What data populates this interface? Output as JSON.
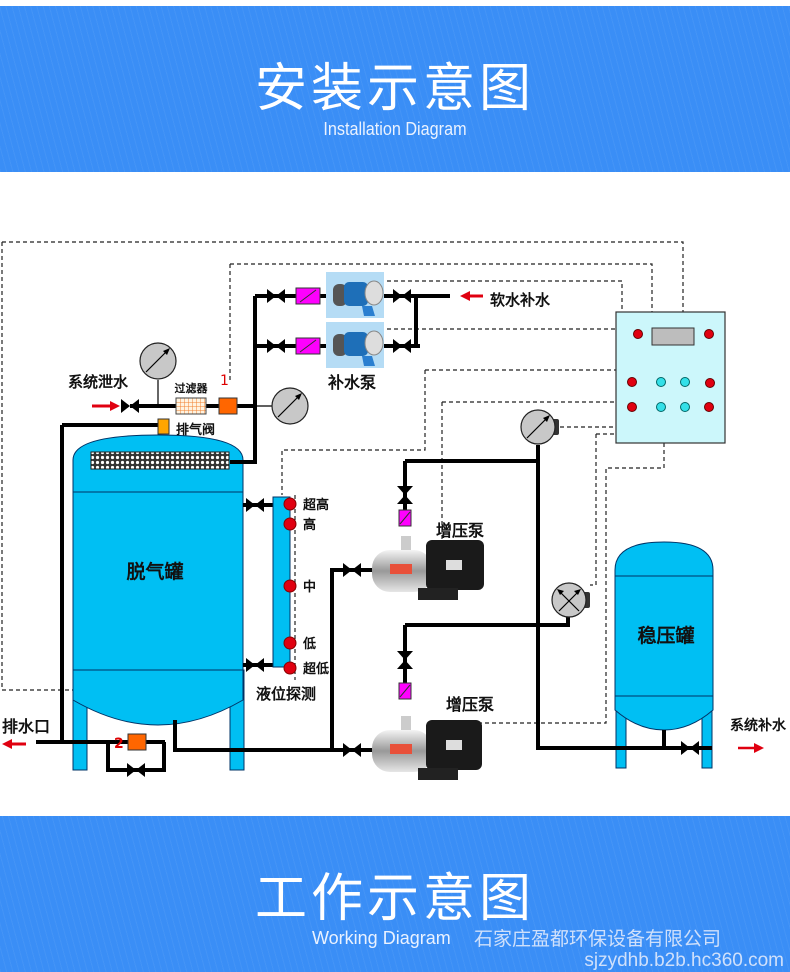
{
  "header": {
    "title_cn": "安装示意图",
    "title_en": "Installation Diagram"
  },
  "diagram": {
    "components": {
      "deaerator_tank": "脱气罐",
      "stabilizer_tank": "稳压罐",
      "makeup_pump": "补水泵",
      "booster_pump_1": "增压泵",
      "booster_pump_2": "增压泵",
      "filter": "过滤器",
      "exhaust_valve": "排气阀",
      "level_detector": "液位探测"
    },
    "labels": {
      "system_drain": "系统泄水",
      "soft_water_makeup": "软水补水",
      "drain_outlet": "排水口",
      "system_makeup": "系统补水",
      "marker_1": "1",
      "marker_2": "2"
    },
    "level_points": [
      "超高",
      "高",
      "中",
      "低",
      "超低"
    ],
    "colors": {
      "tank": "#00bff3",
      "control_box": "#ccf7fb",
      "pipe": "#000000",
      "filter_block": "#ff6600",
      "check_valve": "#ff00ff",
      "indicator_red": "#e00010",
      "indicator_cyan": "#33e0e8",
      "arrow": "#e00010"
    }
  },
  "footer": {
    "title_cn": "工作示意图",
    "title_en": "Working Diagram",
    "company": "石家庄盈都环保设备有限公司",
    "url": "sjzydhb.b2b.hc360.com"
  }
}
